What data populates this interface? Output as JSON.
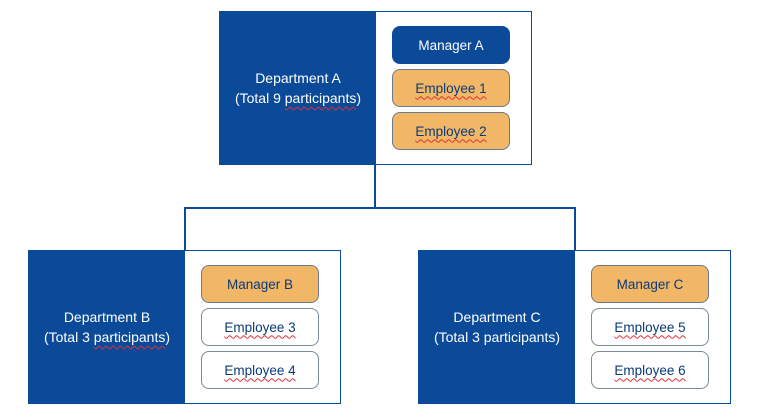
{
  "departments": {
    "a": {
      "title": "Department A",
      "subtitle": "(Total 9 participants)",
      "members": [
        "Manager A",
        "Employee 1",
        "Employee 2"
      ]
    },
    "b": {
      "title": "Department B",
      "subtitle": "(Total 3 participants)",
      "members": [
        "Manager B",
        "Employee 3",
        "Employee 4"
      ]
    },
    "c": {
      "title": "Department C",
      "subtitle": "(Total 3 participants)",
      "members": [
        "Manager C",
        "Employee 5",
        "Employee 6"
      ]
    }
  },
  "colors": {
    "navy": "#0b4a99",
    "orange": "#f2b766",
    "white": "#ffffff"
  }
}
